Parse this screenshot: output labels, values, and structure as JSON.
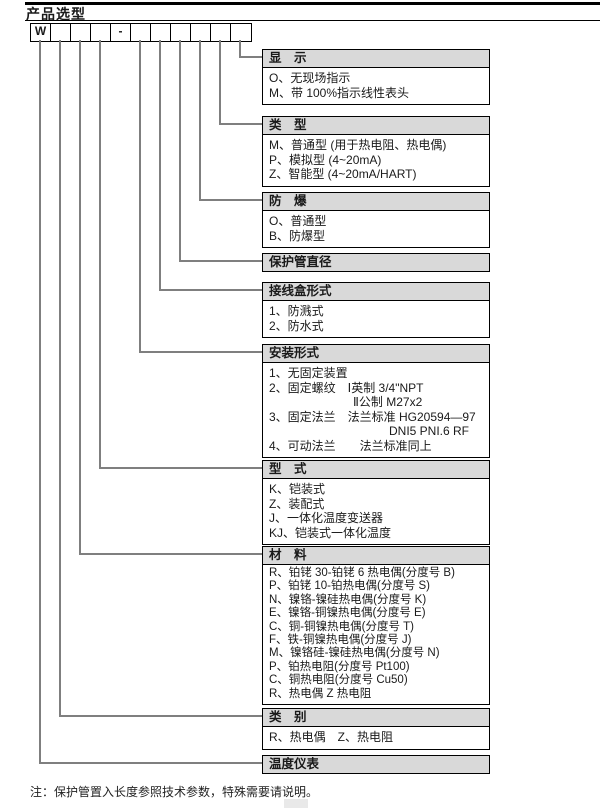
{
  "page": {
    "title": "产品选型",
    "note": "注：保护管置入长度参照技术参数，特殊需要请说明。"
  },
  "model_code": {
    "cells": [
      "W",
      "",
      "",
      "",
      "-",
      "",
      "",
      "",
      "",
      "",
      ""
    ]
  },
  "sections": [
    {
      "id": "display",
      "title": "显　示",
      "items": [
        "O、无现场指示",
        "M、带 100%指示线性表头"
      ]
    },
    {
      "id": "type",
      "title": "类　型",
      "items": [
        "M、普通型 (用于热电阻、热电偶)",
        "P、模拟型 (4~20mA)",
        "Z、智能型 (4~20mA/HART)"
      ]
    },
    {
      "id": "explosion-proof",
      "title": "防　爆",
      "items": [
        "O、普通型",
        "B、防爆型"
      ]
    },
    {
      "id": "protection-tube-diameter",
      "title": "保护管直径",
      "items": []
    },
    {
      "id": "junction-box",
      "title": "接线盒形式",
      "items": [
        "1、防溅式",
        "2、防水式"
      ]
    },
    {
      "id": "mounting",
      "title": "安装形式",
      "items": [
        "1、无固定装置",
        "2、固定螺纹　Ⅰ英制 3/4\"NPT",
        "　　　　　　　Ⅱ公制 M27x2",
        "3、固定法兰　法兰标准 HG20594—97",
        "　　　　　　　　　　DNI5 PNI.6 RF",
        "4、可动法兰　　法兰标准同上"
      ]
    },
    {
      "id": "model",
      "title": "型　式",
      "items": [
        "K、铠装式",
        "Z、装配式",
        "J、一体化温度变送器",
        "KJ、铠装式一体化温度"
      ]
    },
    {
      "id": "material",
      "title": "材　料",
      "items": [
        "R、铂铑 30-铂铑 6 热电偶(分度号 B)",
        "P、铂铑 10-铂热电偶(分度号 S)",
        "N、镍铬-镍硅热电偶(分度号 K)",
        "E、镍铬-铜镍热电偶(分度号 E)",
        "C、铜-铜镍热电偶(分度号 T)",
        "F、铁-铜镍热电偶(分度号 J)",
        "M、镍铬硅-镍硅热电偶(分度号 N)",
        "P、铂热电阻(分度号 Pt100)",
        "C、铜热电阻(分度号 Cu50)",
        "R、热电偶 Z 热电阻"
      ]
    },
    {
      "id": "category",
      "title": "类　别",
      "items": [
        "R、热电偶　Z、热电阻"
      ]
    },
    {
      "id": "instrument",
      "title": "温度仪表",
      "items": []
    }
  ],
  "colors": {
    "header_bg": "#d9d9d9",
    "connector_line": "#7f7f7f",
    "border": "#000000"
  }
}
